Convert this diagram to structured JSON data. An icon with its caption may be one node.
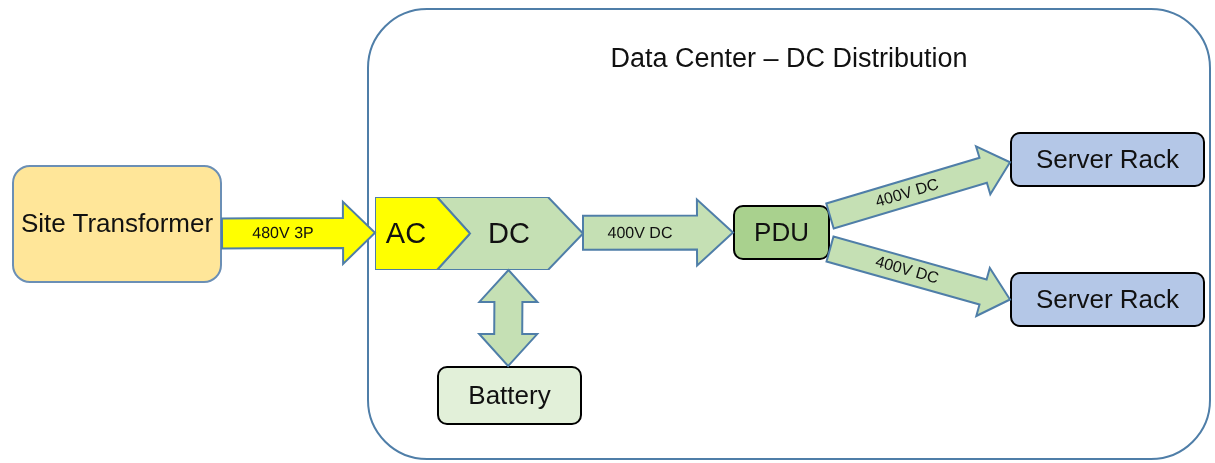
{
  "diagram": {
    "nodes": [
      {
        "text": [
          "Site Transformer"
        ]
      },
      {
        "text": [
          "Data Center – DC Distribution"
        ]
      },
      {
        "text": [
          "AC"
        ],
        "in": 1
      },
      {
        "text": [
          "DC"
        ],
        "in": 1
      },
      {
        "text": [
          "PDU"
        ],
        "in": 1
      },
      {
        "text": [
          "Server Rack"
        ],
        "in": 1
      },
      {
        "text": [
          "Server Rack"
        ],
        "in": 1
      },
      {
        "text": [
          "Battery"
        ],
        "in": 1
      }
    ],
    "edges": [
      {
        "from": 0,
        "to": 2,
        "arrow": "to",
        "label": "480V 3P",
        "color": "#ffff00"
      },
      {
        "from": 3,
        "to": 4,
        "arrow": "to",
        "label": "400V DC"
      },
      {
        "from": 4,
        "to": 5,
        "arrow": "to",
        "label": "400V DC"
      },
      {
        "from": 4,
        "to": 6,
        "arrow": "to",
        "label": "400V DC"
      },
      {
        "from": 3,
        "to": 7,
        "arrow": "both"
      }
    ]
  }
}
